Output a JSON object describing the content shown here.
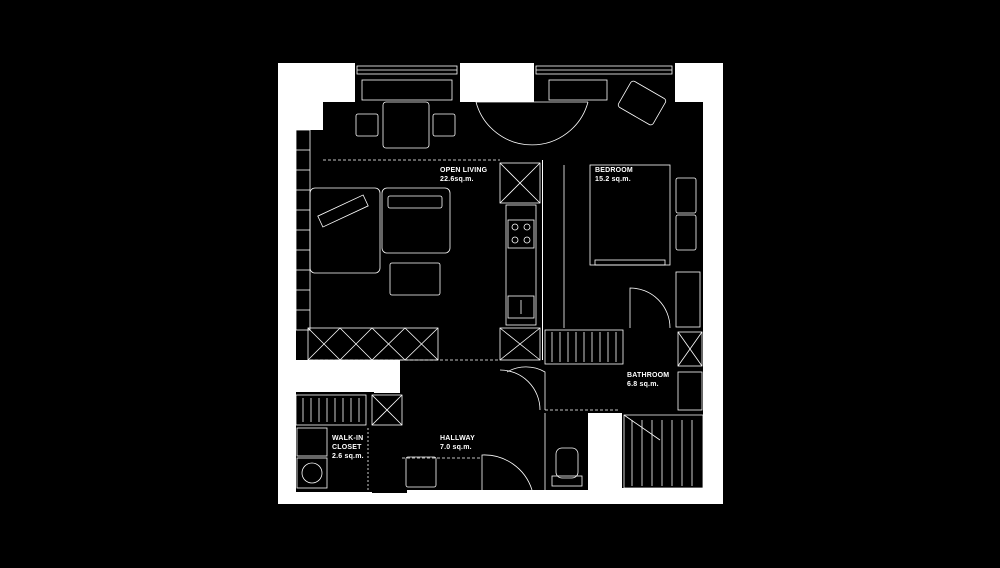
{
  "colors": {
    "background": "#000000",
    "wall": "#ffffff",
    "line": "#ffffff"
  },
  "rooms": [
    {
      "id": "open-living",
      "name": "OPEN LIVING",
      "area": "22.6sq.m."
    },
    {
      "id": "bedroom",
      "name": "BEDROOM",
      "area": "15.2 sq.m."
    },
    {
      "id": "bathroom",
      "name": "BATHROOM",
      "area": "6.8 sq.m."
    },
    {
      "id": "hallway",
      "name": "HALLWAY",
      "area": "7.0 sq.m."
    },
    {
      "id": "walk-in-closet",
      "name_line1": "WALK-IN",
      "name_line2": "CLOSET",
      "area": "2.6 sq.m."
    }
  ],
  "icons": [
    "sofa-icon",
    "armchair-icon",
    "coffee-table-icon",
    "dining-table-icon",
    "chair-icon",
    "bed-icon",
    "nightstand-icon",
    "kitchen-counter-icon",
    "stove-icon",
    "sink-icon",
    "toilet-icon",
    "shower-icon",
    "washing-machine-icon",
    "door-swing-icon",
    "wardrobe-icon",
    "window-icon"
  ]
}
